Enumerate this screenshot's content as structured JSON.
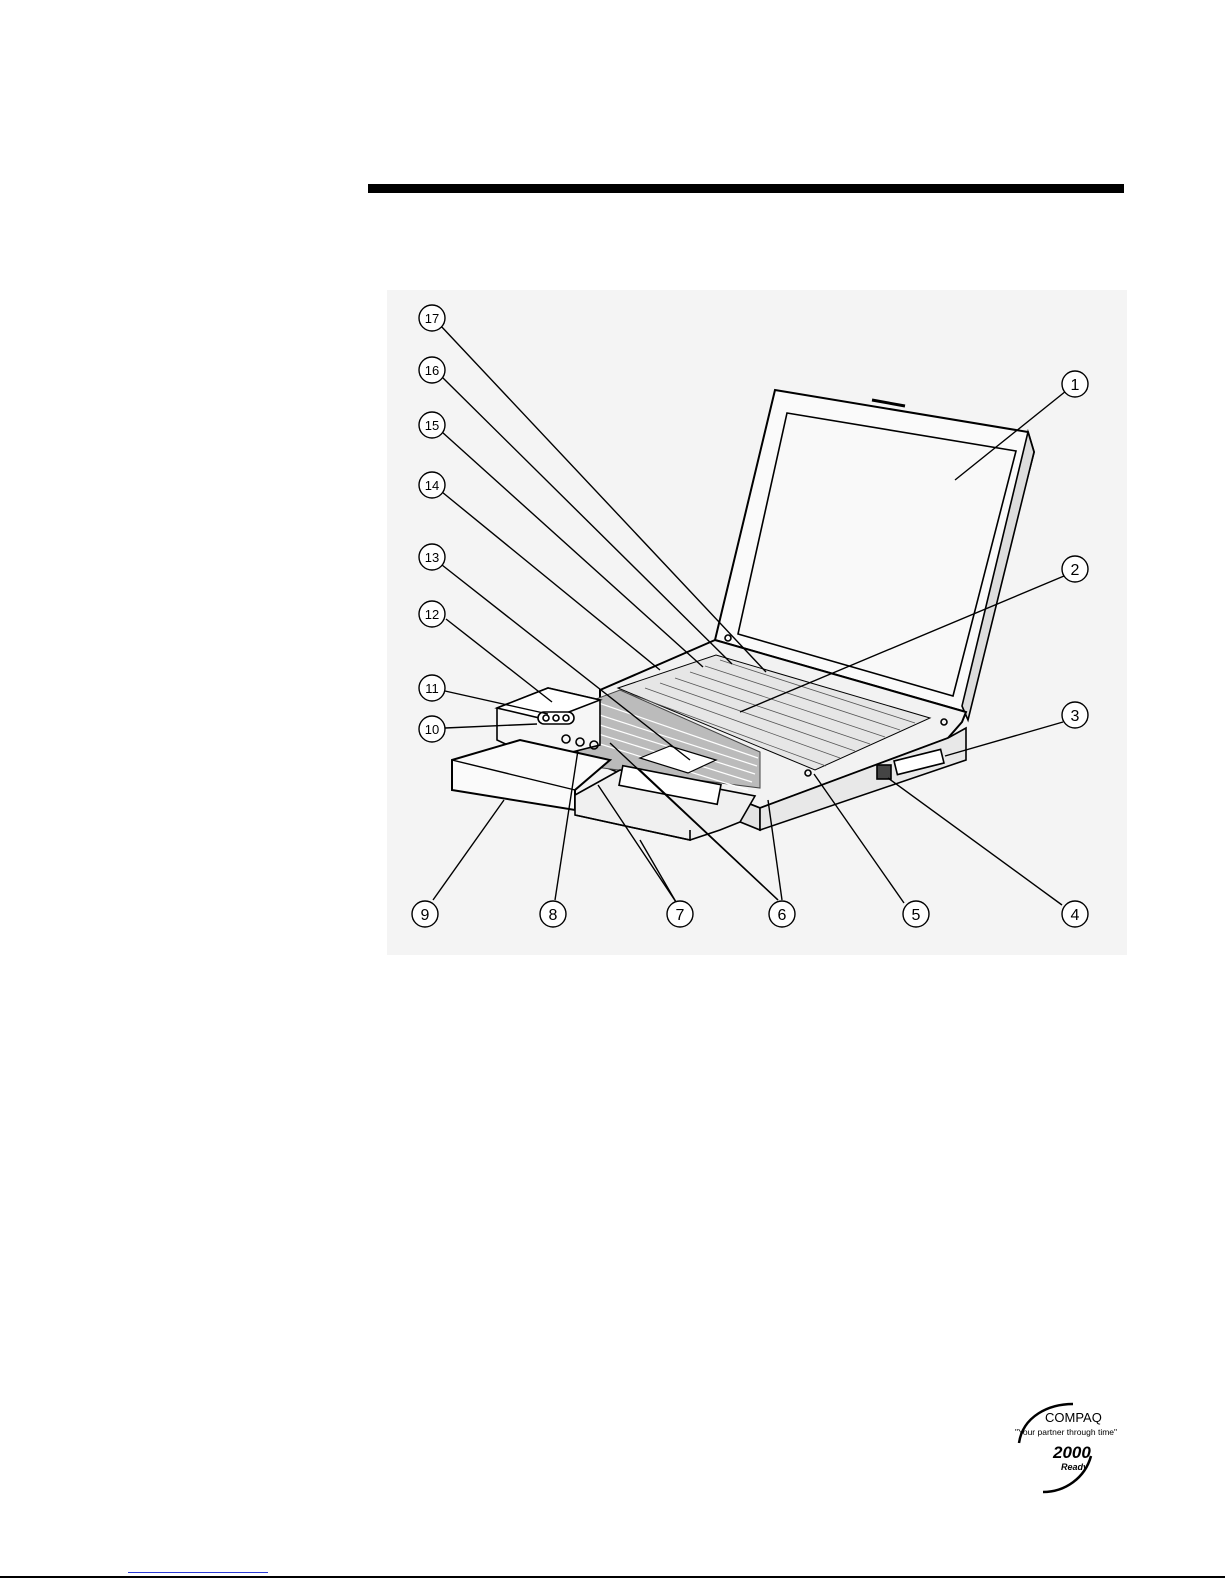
{
  "figure": {
    "callouts": [
      "1",
      "2",
      "3",
      "4",
      "5",
      "6",
      "7",
      "8",
      "9",
      "10",
      "11",
      "12",
      "13",
      "14",
      "15",
      "16",
      "17"
    ]
  },
  "logo": {
    "brand": "COMPAQ",
    "tagline": "\"Your partner through time\"",
    "year": "2000",
    "ready": "Ready"
  }
}
